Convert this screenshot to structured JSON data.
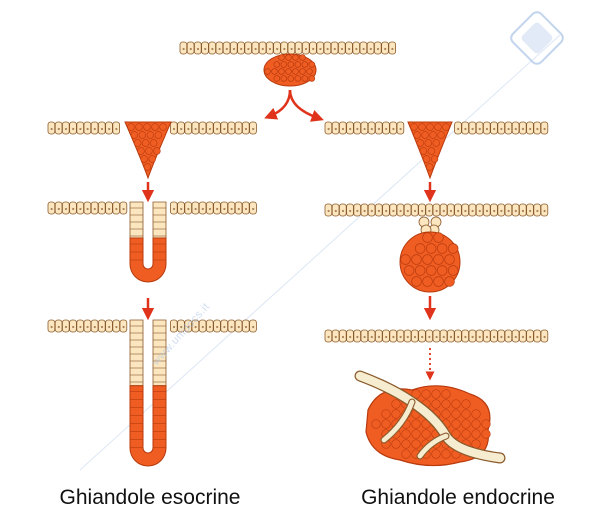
{
  "labels": {
    "exocrine": "Ghiandole esocrine",
    "endocrine": "Ghiandole endocrine"
  },
  "watermark": {
    "text": "www.unidocs.it"
  },
  "colors": {
    "cell_cream": "#fbe6c0",
    "cell_outline": "#8a5a2b",
    "gland_orange": "#ef5d22",
    "gland_dark": "#b83a0e",
    "arrow_red": "#e0331b",
    "vessel": "#f6ecd0",
    "watermark_blue": "#a9c2e6"
  }
}
